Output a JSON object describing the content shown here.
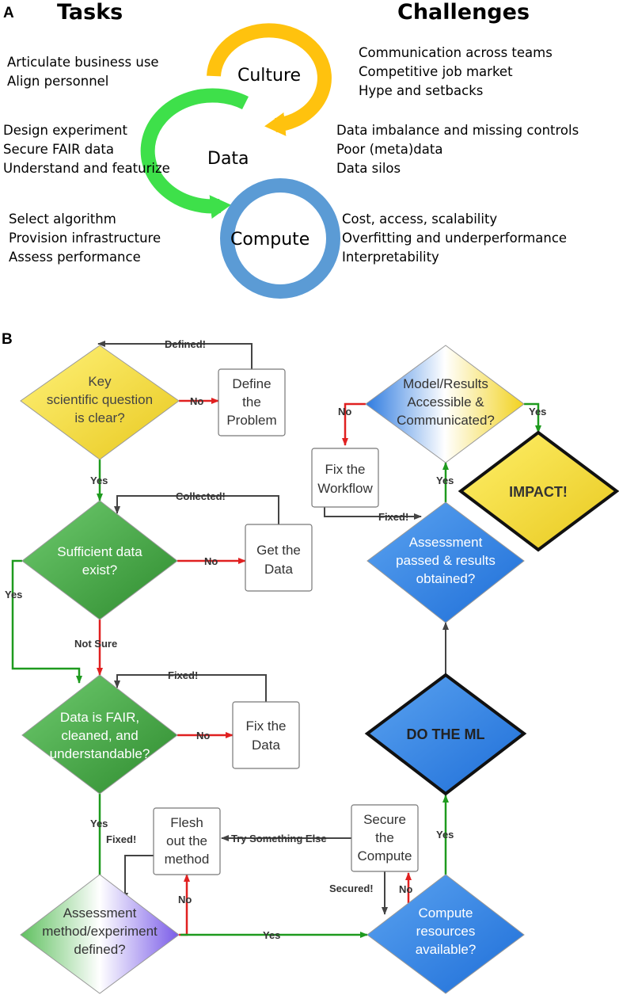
{
  "panel_a": {
    "label": "A",
    "tasks_header": "Tasks",
    "challenges_header": "Challenges",
    "rings": {
      "culture": "Culture",
      "data": "Data",
      "compute": "Compute"
    },
    "tasks": {
      "culture": [
        "Articulate business use",
        "Align personnel"
      ],
      "data": [
        "Design experiment",
        "Secure FAIR data",
        "Understand and featurize"
      ],
      "compute": [
        "Select algorithm",
        "Provision infrastructure",
        "Assess performance"
      ]
    },
    "challenges": {
      "culture": [
        "Communication across teams",
        "Competitive job market",
        "Hype and setbacks"
      ],
      "data": [
        "Data imbalance and missing controls",
        "Poor (meta)data",
        "Data silos"
      ],
      "compute": [
        "Cost, access, scalability",
        "Overfitting and underperformance",
        "Interpretability"
      ]
    },
    "colors": {
      "culture": "#FFC20E",
      "data": "#3EE04A",
      "compute": "#5B9BD5"
    }
  },
  "panel_b": {
    "label": "B",
    "decisions": {
      "question": [
        "Key",
        "scientific question",
        "is clear?"
      ],
      "sufficient": [
        "Sufficient data",
        "exist?"
      ],
      "fair": [
        "Data is FAIR,",
        "cleaned, and",
        "understandable?"
      ],
      "assessment": [
        "Assessment",
        "method/experiment",
        "defined?"
      ],
      "compute": [
        "Compute",
        "resources",
        "available?"
      ],
      "passed": [
        "Assessment",
        "passed & results",
        "obtained?"
      ],
      "accessible": [
        "Model/Results",
        "Accessible &",
        "Communicated?"
      ]
    },
    "actions": {
      "define": [
        "Define",
        "the",
        "Problem"
      ],
      "get": [
        "Get the",
        "Data"
      ],
      "fix_data": [
        "Fix the",
        "Data"
      ],
      "flesh": [
        "Flesh",
        "out the",
        "method"
      ],
      "secure": [
        "Secure",
        "the",
        "Compute"
      ],
      "workflow": [
        "Fix the",
        "Workflow"
      ]
    },
    "terminals": {
      "do_ml": "DO THE ML",
      "impact": "IMPACT!"
    },
    "edge_labels": {
      "defined": "Defined!",
      "no_q": "No",
      "yes_q": "Yes",
      "collected": "Collected!",
      "no_suff": "No",
      "yes_suff": "Yes",
      "not_sure": "Not Sure",
      "fixed_data": "Fixed!",
      "no_fair": "No",
      "yes_fair": "Yes",
      "fixed_method": "Fixed!",
      "no_assess": "No",
      "yes_assess": "Yes",
      "try_else": "Try Something Else",
      "secured": "Secured!",
      "no_compute": "No",
      "yes_compute": "Yes",
      "fixed_workflow": "Fixed!",
      "yes_passed": "Yes",
      "no_access": "No",
      "yes_access": "Yes"
    }
  }
}
